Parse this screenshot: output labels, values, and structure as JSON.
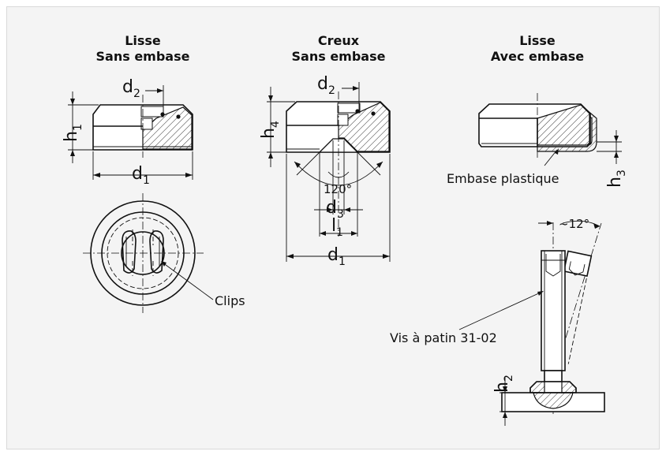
{
  "views": {
    "lisse_sans": {
      "title_1": "Lisse",
      "title_2": "Sans embase",
      "d2": "d",
      "d2_sub": "2",
      "h1": "h",
      "h1_sub": "1",
      "d1": "d",
      "d1_sub": "1",
      "clips": "Clips"
    },
    "creux_sans": {
      "title_1": "Creux",
      "title_2": "Sans embase",
      "d2": "d",
      "d2_sub": "2",
      "h4": "h",
      "h4_sub": "4",
      "angle": "120°",
      "d3": "d",
      "d3_sub": "3",
      "l1": "l",
      "l1_sub": "1",
      "d1": "d",
      "d1_sub": "1"
    },
    "lisse_avec": {
      "title_1": "Lisse",
      "title_2": "Avec embase",
      "embase": "Embase plastique",
      "h3": "h",
      "h3_sub": "3"
    },
    "vis": {
      "angle": "~12°",
      "label": "Vis à patin 31-02",
      "h2": "h",
      "h2_sub": "2"
    }
  },
  "colors": {
    "background": "#f4f4f4",
    "border": "#d9d9d9",
    "ink": "#111111"
  }
}
